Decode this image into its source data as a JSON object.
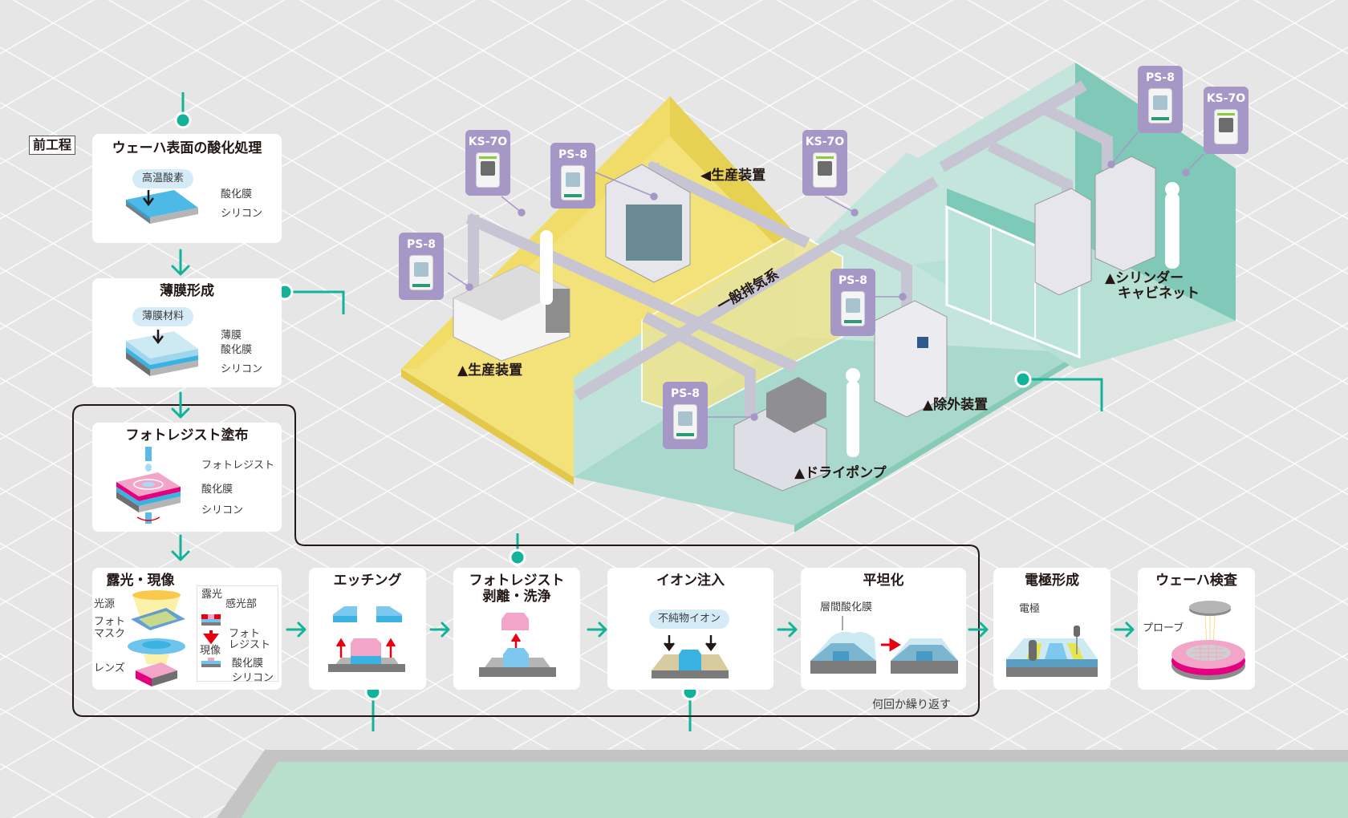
{
  "section_tag": "前工程",
  "process_steps": [
    {
      "title": "ウェーハ表面の酸化処理",
      "pill": "高温酸素",
      "labels": [
        "酸化膜",
        "シリコン"
      ]
    },
    {
      "title": "薄膜形成",
      "pill": "薄膜材料",
      "labels": [
        "薄膜",
        "酸化膜",
        "シリコン"
      ]
    },
    {
      "title": "フォトレジスト塗布",
      "labels": [
        "フォトレジスト",
        "酸化膜",
        "シリコン"
      ]
    },
    {
      "title": "露光・現像",
      "left_labels": [
        "光源",
        "フォト\nマスク",
        "レンズ"
      ],
      "right_labels": {
        "exposure": "露光",
        "exposed_part": "感光部",
        "develop": "現像",
        "photoresist": "フォト\nレジスト",
        "oxide": "酸化膜",
        "silicon": "シリコン"
      }
    },
    {
      "title": "エッチング"
    },
    {
      "title": "フォトレジスト\n剥離・洗浄",
      "title_line1": "フォトレジスト",
      "title_line2": "剥離・洗浄"
    },
    {
      "title": "イオン注入",
      "pill": "不純物イオン"
    },
    {
      "title": "平坦化",
      "labels": [
        "層間酸化膜"
      ]
    },
    {
      "title": "電極形成",
      "labels": [
        "電極"
      ]
    },
    {
      "title": "ウェーハ検査",
      "labels": [
        "プローブ"
      ]
    }
  ],
  "repeat_note": "何回か繰り返す",
  "factory": {
    "duct_label": "一般排気系",
    "equipment": [
      {
        "label": "▲生産装置"
      },
      {
        "label": "◀生産装置"
      },
      {
        "label": "▲ドライポンプ"
      },
      {
        "label": "▲除外装置"
      },
      {
        "label": "▲シリンダー",
        "label2": "キャビネット"
      }
    ],
    "sensors": [
      {
        "model": "KS-7O",
        "type": "ks"
      },
      {
        "model": "PS-8",
        "type": "ps"
      },
      {
        "model": "PS-8",
        "type": "ps"
      },
      {
        "model": "KS-7O",
        "type": "ks"
      },
      {
        "model": "PS-8",
        "type": "ps"
      },
      {
        "model": "PS-8",
        "type": "ps"
      },
      {
        "model": "PS-8",
        "type": "ps"
      },
      {
        "model": "KS-7O",
        "type": "ks"
      }
    ]
  },
  "colors": {
    "teal_accent": "#12b39a",
    "sensor_purple": "#a597c6",
    "yellow_room": "#f3de6a",
    "green_room": "#a9d9cc",
    "red_arrow": "#e60012"
  }
}
